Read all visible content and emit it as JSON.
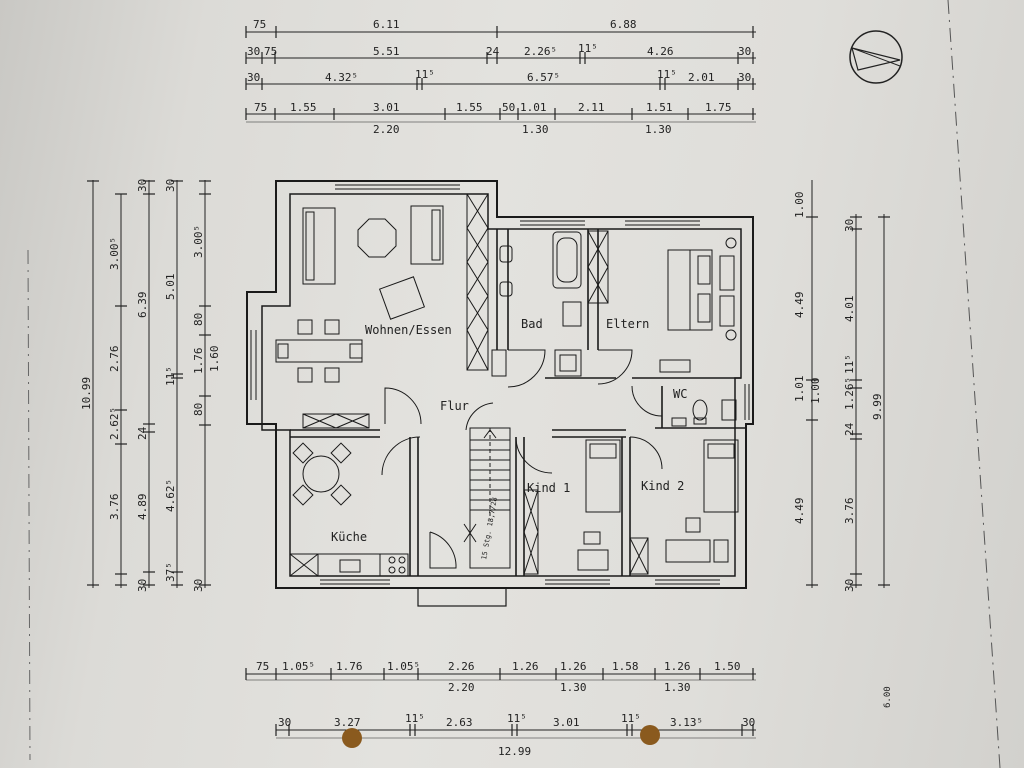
{
  "rooms": {
    "wohnen": "Wohnen/Essen",
    "bad": "Bad",
    "eltern": "Eltern",
    "wc": "WC",
    "flur": "Flur",
    "kueche": "Küche",
    "kind1": "Kind 1",
    "kind2": "Kind 2"
  },
  "stair_note": "15 Stg. 18,7/28",
  "top_dims": {
    "row1": [
      "75",
      "6.11",
      "6.88"
    ],
    "row2": [
      "30",
      "75",
      "5.51",
      "24",
      "2.26⁵",
      "11⁵",
      "4.26",
      "30"
    ],
    "row3": [
      "30",
      "4.32⁵",
      "11⁵",
      "6.57⁵",
      "11⁵",
      "2.01",
      "30"
    ],
    "row4": [
      "75",
      "1.55",
      "3.01",
      "1.55",
      "50",
      "1.01",
      "2.11",
      "1.51",
      "1.75"
    ],
    "row4_sub": [
      "2.20",
      "1.30",
      "1.30"
    ]
  },
  "bottom_dims": {
    "row1": [
      "75",
      "1.05⁵",
      "1.76",
      "1.05⁵",
      "2.26",
      "1.26",
      "1.26",
      "1.58",
      "1.26",
      "1.50"
    ],
    "row1_sub": [
      "2.20",
      "1.30",
      "1.30"
    ],
    "row2": [
      "30",
      "3.27",
      "11⁵",
      "2.63",
      "11⁵",
      "3.01",
      "11⁵",
      "3.13⁵",
      "30"
    ],
    "total": "12.99"
  },
  "left_dims": {
    "total": "10.99",
    "col2": [
      "3.00⁵",
      "2.76",
      "2.62⁵",
      "3.76",
      "30"
    ],
    "col3": [
      "30",
      "6.39",
      "24",
      "4.89",
      "37⁵"
    ],
    "col4": [
      "5.01",
      "11⁵",
      "4.62⁵",
      "30"
    ],
    "col5": [
      "30",
      "3.00⁵",
      "80",
      "1.76",
      "80",
      "1.60"
    ]
  },
  "right_dims": {
    "col1": [
      "1.00",
      "4.49",
      "1.01",
      "1.00",
      "4.49"
    ],
    "col2": [
      "30",
      "4.01",
      "24",
      "1.26⁵",
      "11⁵",
      "3.76",
      "30"
    ],
    "total": "9.99"
  },
  "side_note": "6.00"
}
